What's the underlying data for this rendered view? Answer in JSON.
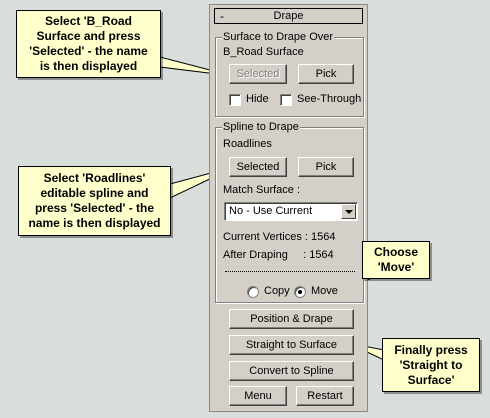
{
  "rollout": {
    "toggle": "-",
    "title": "Drape"
  },
  "surface_group": {
    "label": "Surface to Drape Over",
    "selected_name": "B_Road Surface",
    "selected_button": "Selected",
    "pick_button": "Pick",
    "hide_label": "Hide",
    "see_through_label": "See-Through"
  },
  "spline_group": {
    "label": "Spline to Drape",
    "selected_name": "Roadlines",
    "selected_button": "Selected",
    "pick_button": "Pick",
    "match_surface_label": "Match Surface :",
    "match_surface_value": "No - Use Current",
    "current_vertices": "Current Vertices : 1564",
    "after_draping": "After Draping     : 1564",
    "copy_label": "Copy",
    "move_label": "Move",
    "selected_mode": "Move"
  },
  "actions": {
    "position_drape": "Position & Drape",
    "straight_to_surface": "Straight to Surface",
    "convert_to_spline": "Convert to Spline",
    "menu": "Menu",
    "restart": "Restart"
  },
  "callouts": {
    "surface": [
      "Select 'B_Road",
      "Surface and press",
      "'Selected' - the name",
      "is then displayed"
    ],
    "spline": [
      "Select 'Roadlines'",
      "editable spline and",
      "press 'Selected' - the",
      "name is then displayed"
    ],
    "move": [
      "Choose",
      "'Move'"
    ],
    "straight": [
      "Finally press",
      "'Straight to",
      "Surface'"
    ]
  },
  "colors": {
    "panel": "#d4d0c8",
    "callout": "#ffffcc",
    "background": "#d8ded9"
  }
}
